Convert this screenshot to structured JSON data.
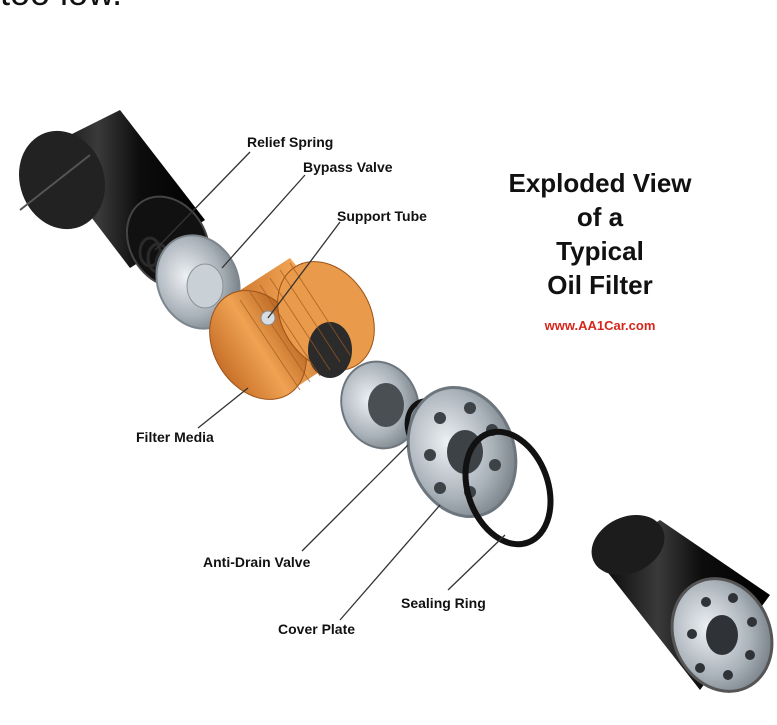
{
  "top_text": "too low.",
  "title_lines": [
    "Exploded View",
    "of a",
    "Typical",
    "Oil Filter"
  ],
  "source": "www.AA1Car.com",
  "labels": {
    "relief_spring": "Relief Spring",
    "bypass_valve": "Bypass Valve",
    "support_tube": "Support Tube",
    "filter_media": "Filter Media",
    "anti_drain_valve": "Anti-Drain Valve",
    "cover_plate": "Cover Plate",
    "sealing_ring": "Sealing Ring"
  },
  "colors": {
    "source_text": "#d6261c",
    "filter_media": "#e08a3c",
    "housing": "#1a1a1a",
    "metal": "#b8c0c8"
  }
}
